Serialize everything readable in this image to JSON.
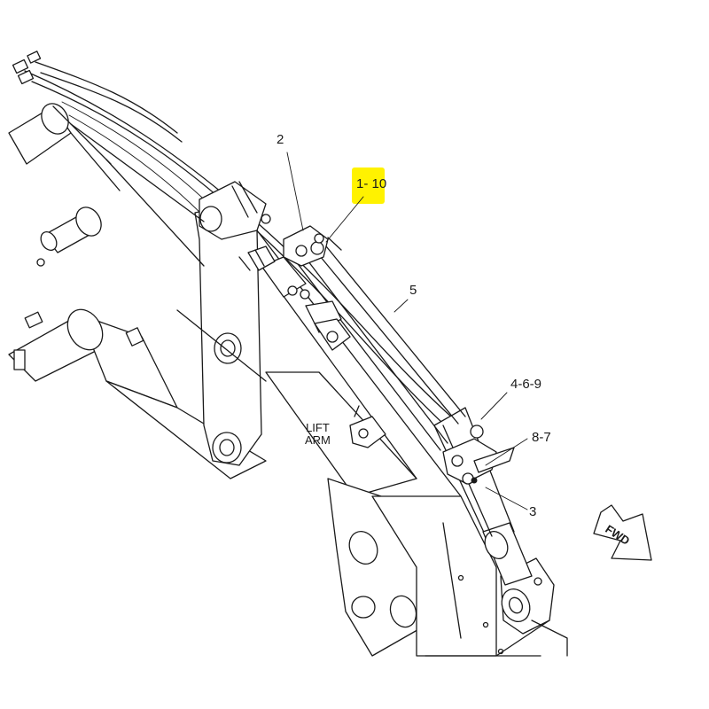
{
  "callouts": {
    "c2": "2",
    "c1_10": "1- 10",
    "c5": "5",
    "c4_6_9": "4-6-9",
    "c8_7": "8-7",
    "c3": "3"
  },
  "labels": {
    "lift": "LIFT",
    "arm": "ARM",
    "fwd": "FWD"
  },
  "highlight_color": "#FFF200",
  "line_color": "#1a1a1a"
}
